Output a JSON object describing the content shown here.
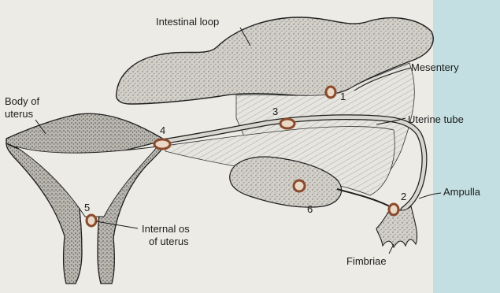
{
  "labels": {
    "intestinal_loop": "Intestinal loop",
    "mesentery": "Mesentery",
    "body_of_uterus_1": "Body of",
    "body_of_uterus_2": "uterus",
    "uterine_tube": "Uterine tube",
    "ampulla": "Ampulla",
    "internal_os_1": "Internal os",
    "internal_os_2": "of uterus",
    "fimbriae": "Fimbriae"
  },
  "sites": [
    {
      "number": "1"
    },
    {
      "number": "2"
    },
    {
      "number": "3"
    },
    {
      "number": "4"
    },
    {
      "number": "5"
    },
    {
      "number": "6"
    }
  ],
  "colors": {
    "background": "#ecebe6",
    "side_panel": "#c3dfe1",
    "tissue_fill": "#c8c6bf",
    "tissue_outline": "#1f1f1f",
    "implant_site": "#8a4a2c"
  }
}
